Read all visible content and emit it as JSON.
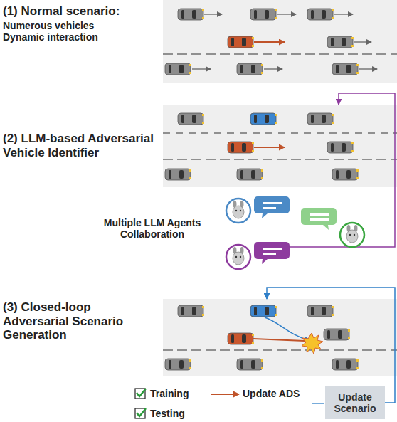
{
  "diagram": {
    "nodes": [
      {
        "text": [
          "(1) Normal scenario:",
          "Numerous vehicles Dynamic interaction"
        ]
      },
      {
        "text": [
          "(2) LLM-based Adversarial Vehicle Identifier"
        ]
      },
      {
        "text": [
          "(3) Closed-loop Adversarial Scenario Generation"
        ]
      },
      {
        "text": [
          "Update Scenario"
        ]
      }
    ],
    "edges": [
      {
        "from": 3,
        "to": 2,
        "arrow": "to"
      }
    ],
    "labels": [
      "Multiple LLM Agents Collaboration",
      "Training",
      "Update ADS",
      "Testing"
    ]
  }
}
